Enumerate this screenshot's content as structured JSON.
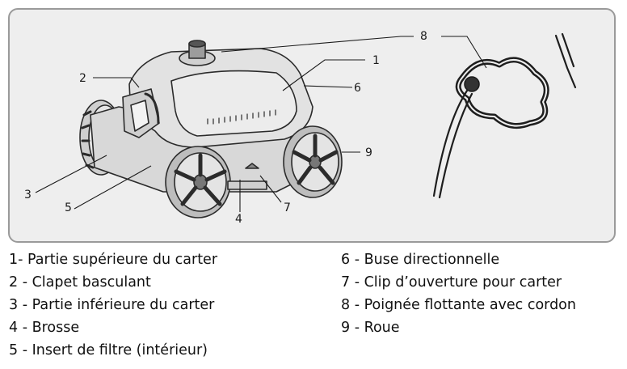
{
  "callouts": {
    "c1": "1",
    "c2": "2",
    "c3": "3",
    "c4": "4",
    "c5": "5",
    "c6": "6",
    "c7": "7",
    "c8": "8",
    "c9": "9"
  },
  "legend": {
    "left": [
      "1- Partie supérieure du carter",
      "2 - Clapet basculant",
      "3 - Partie inférieure du carter",
      "4 - Brosse",
      "5 - Insert de filtre (intérieur)"
    ],
    "right": [
      "6 - Buse directionnelle",
      "7 - Clip d’ouverture pour carter",
      "8 - Poignée flottante avec cordon",
      "9 - Roue"
    ]
  },
  "colors": {
    "panel_bg": "#eeeeee",
    "panel_border": "#9a9a9a",
    "ink": "#1a1a1a"
  }
}
